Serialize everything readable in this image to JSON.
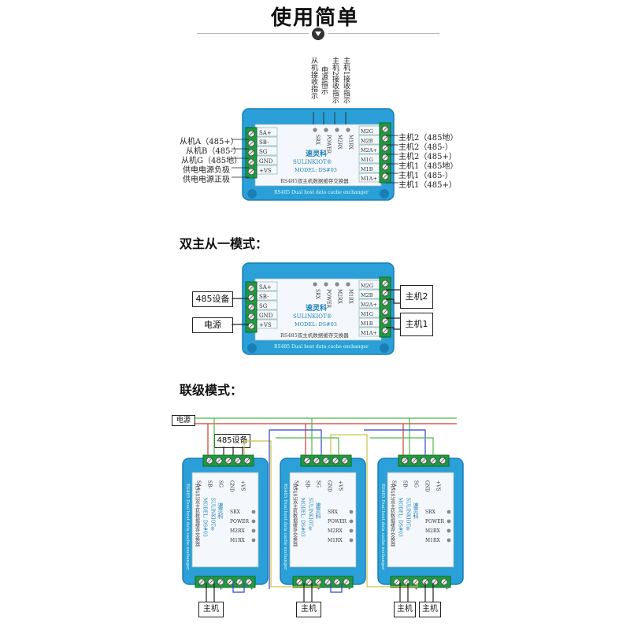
{
  "page_title": "使用简单",
  "device": {
    "brand": "速灵科",
    "brand_en": "SULINKIOT®",
    "model": "MODEL: DS#03",
    "caption_cn": "RS485双主机数据缓存交换器",
    "caption_en": "RS485 Dual host data cache exchanger",
    "left_terminals": [
      "SA+",
      "SB-",
      "SG",
      "GND",
      "+VS"
    ],
    "right_terminals": [
      "M2G",
      "M2B",
      "M2A+",
      "M1G",
      "M1B",
      "M1A+"
    ],
    "indicators": [
      "SRX",
      "POWER",
      "M2RX",
      "M1RX"
    ]
  },
  "usage": {
    "top_labels": [
      "从机接收指示",
      "电源指示",
      "主机2接收指示",
      "主机1接收指示"
    ],
    "left_labels": [
      "从机A（485+）",
      "从机B（485-）",
      "从机G（485地）",
      "供电电源负极",
      "供电电源正极"
    ],
    "right_labels": [
      "主机2（485地）",
      "主机2（485-）",
      "主机2（485+）",
      "主机1（485地）",
      "主机1（485-）",
      "主机1（485+）"
    ]
  },
  "mode1": {
    "title": "双主从一模式：",
    "device_box": "485设备",
    "power_box": "电源",
    "host2": "主机2",
    "host1": "主机1"
  },
  "mode2": {
    "title": "联级模式：",
    "power_label": "电源",
    "device_box": "485设备",
    "host_label": "主机"
  },
  "colors": {
    "device_blue": "#2a9fd8",
    "device_blue_dark": "#1b7fb5",
    "panel": "#f4f7fb",
    "terminal_green": "#1f9a3f",
    "wire_red": "#d43a2f",
    "wire_green": "#4fb84a",
    "wire_blue": "#2b47c9",
    "wire_yellow": "#c9c24a"
  }
}
